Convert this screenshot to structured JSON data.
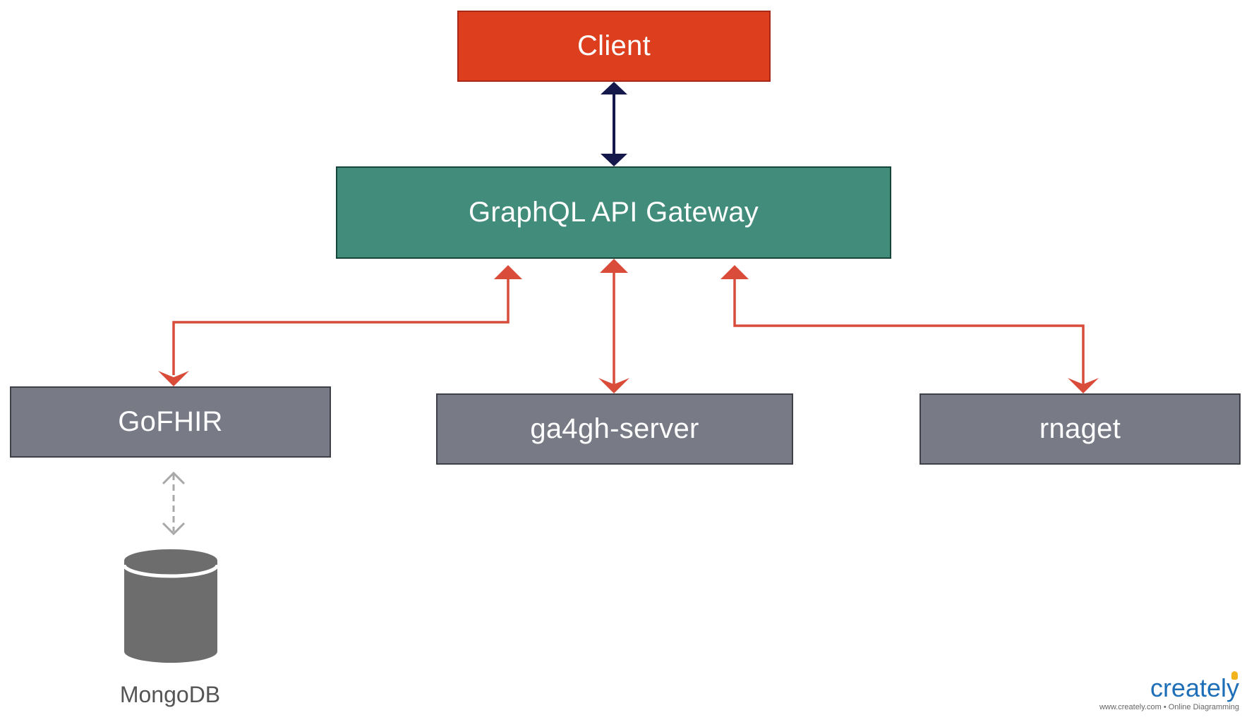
{
  "nodes": {
    "client": "Client",
    "gateway": "GraphQL API Gateway",
    "gofhir": "GoFHIR",
    "ga4gh": "ga4gh-server",
    "rnaget": "rnaget",
    "mongodb": "MongoDB"
  },
  "branding": {
    "name": "creately",
    "tagline": "www.creately.com • Online Diagramming"
  },
  "colors": {
    "client": "#dc3e1e",
    "gateway": "#428c7b",
    "service": "#787b86",
    "database": "#6d6d6d",
    "connector_red": "#d94c3a",
    "connector_navy": "#14184a",
    "connector_dashed": "#a8a8a8",
    "brand": "#1e6fb8"
  }
}
